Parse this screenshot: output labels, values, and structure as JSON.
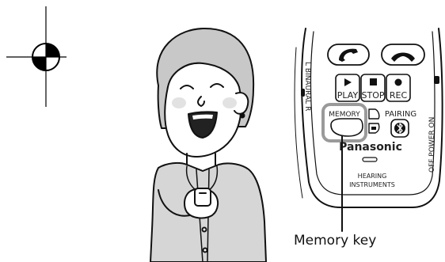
{
  "remote": {
    "buttons": {
      "play": "PLAY",
      "stop": "STOP",
      "rec": "REC",
      "memory": "MEMORY",
      "pairing": "PAIRING"
    },
    "brand": "Panasonic",
    "product_line1": "HEARING",
    "product_line2": "INSTRUMENTS",
    "side_left": "L  BINAURAL  R",
    "side_right": "OFF  POWER  ON"
  },
  "caption": "Memory key",
  "colors": {
    "highlight": "#9a9a9a",
    "cardigan": "#d6d6d6",
    "hair": "#c8c8c8",
    "cheek": "#e2e2e2"
  },
  "icons": [
    "registration-mark-icon",
    "phone-answer-icon",
    "phone-hangup-icon",
    "play-icon",
    "stop-icon",
    "rec-icon",
    "bluetooth-icon"
  ]
}
